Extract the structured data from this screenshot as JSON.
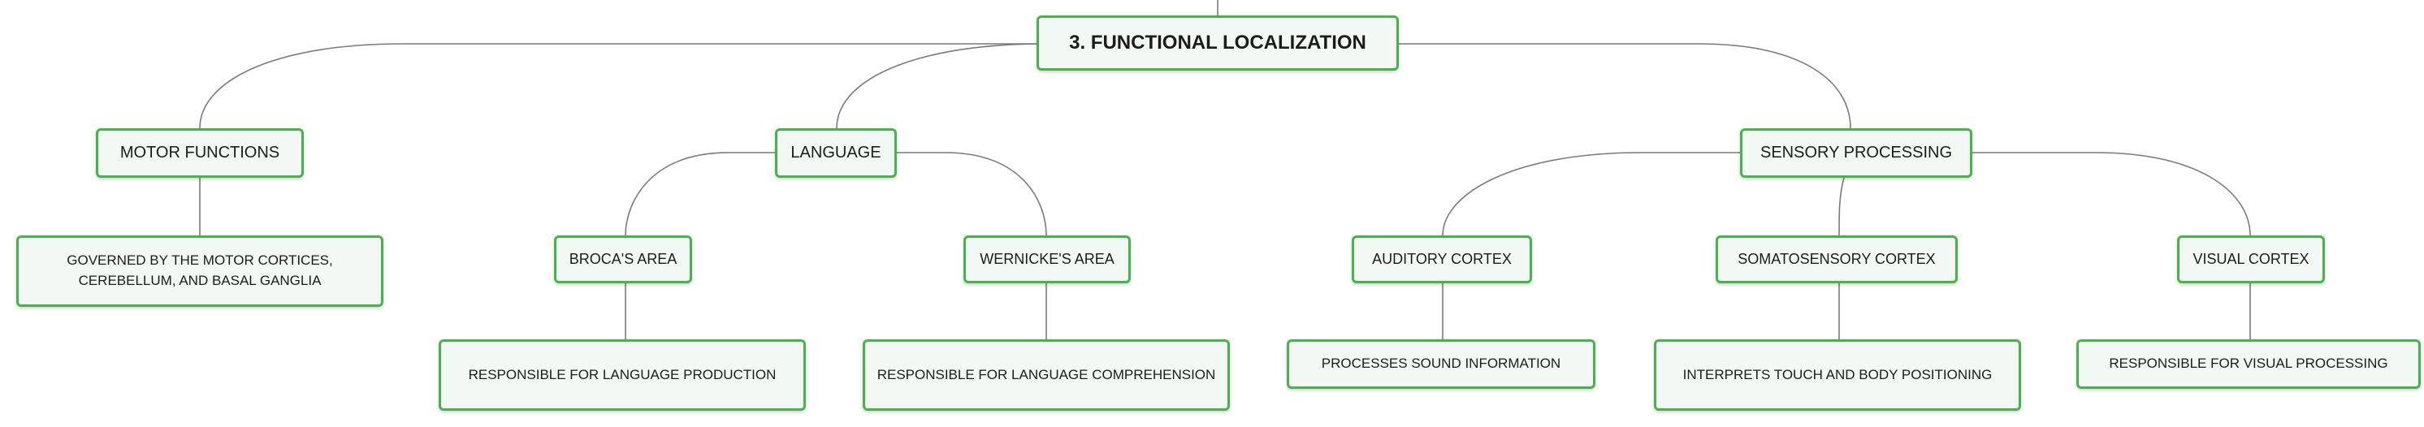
{
  "root": {
    "label": "3. FUNCTIONAL LOCALIZATION"
  },
  "motor": {
    "label": "MOTOR FUNCTIONS",
    "detail_line1": "GOVERNED BY THE MOTOR CORTICES,",
    "detail_line2": "CEREBELLUM, AND BASAL GANGLIA"
  },
  "language": {
    "label": "LANGUAGE",
    "broca": {
      "label": "BROCA'S AREA",
      "detail": "RESPONSIBLE FOR LANGUAGE PRODUCTION"
    },
    "wernicke": {
      "label": "WERNICKE'S AREA",
      "detail": "RESPONSIBLE FOR LANGUAGE COMPREHENSION"
    }
  },
  "sensory": {
    "label": "SENSORY PROCESSING",
    "auditory": {
      "label": "AUDITORY CORTEX",
      "detail": "PROCESSES SOUND INFORMATION"
    },
    "somatosensory": {
      "label": "SOMATOSENSORY CORTEX",
      "detail": "INTERPRETS TOUCH AND BODY POSITIONING"
    },
    "visual": {
      "label": "VISUAL CORTEX",
      "detail": "RESPONSIBLE FOR VISUAL PROCESSING"
    }
  },
  "colors": {
    "node_border": "#4caf50",
    "node_fill": "#f2f8f3",
    "connector": "#7a7a7a"
  }
}
